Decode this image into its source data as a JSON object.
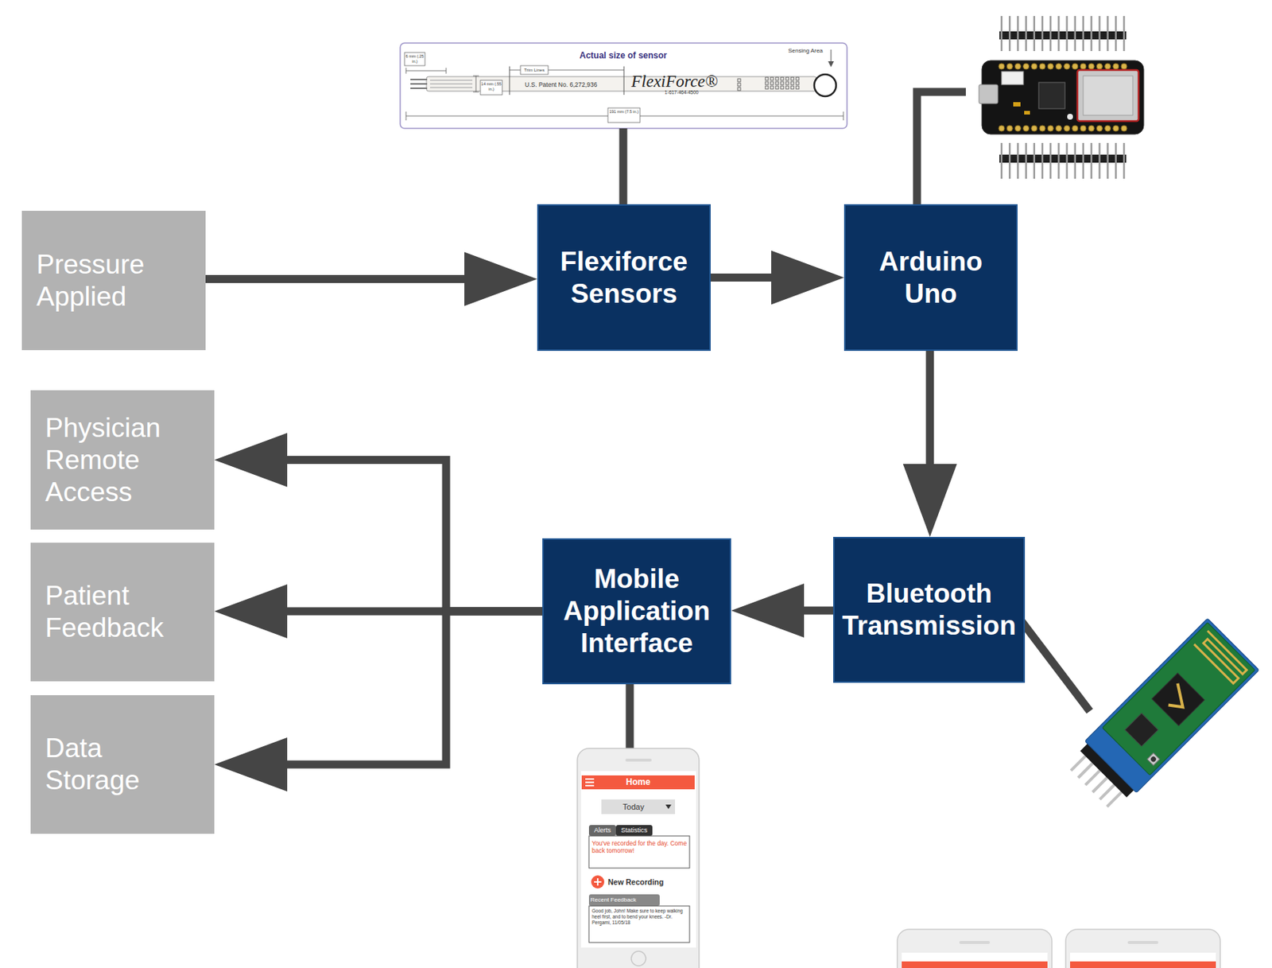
{
  "diagram": {
    "nodes": [
      {
        "text": [
          "Pressure Applied"
        ]
      },
      {
        "text": [
          "Flexiforce Sensors"
        ]
      },
      {
        "text": [
          "Arduino Uno"
        ]
      },
      {
        "text": [
          "Physician Remote Access"
        ]
      },
      {
        "text": [
          "Patient Feedback"
        ]
      },
      {
        "text": [
          "Mobile Application Interface"
        ]
      },
      {
        "text": [
          "Bluetooth Transmission"
        ]
      },
      {
        "text": [
          "Data Storage"
        ]
      }
    ],
    "edges": [
      {
        "from": 0,
        "to": 1,
        "arrow": "to"
      },
      {
        "from": 1,
        "to": 2,
        "arrow": "to"
      },
      {
        "from": 2,
        "to": 6,
        "arrow": "to"
      },
      {
        "from": 6,
        "to": 5,
        "arrow": "to"
      },
      {
        "from": 5,
        "to": 3,
        "arrow": "to"
      },
      {
        "from": 5,
        "to": 4,
        "arrow": "to"
      },
      {
        "from": 5,
        "to": 7,
        "arrow": "to"
      }
    ],
    "labels": [
      "Actual size of sensor",
      "Sensing Area",
      "6 mm (.25 in.)",
      "Trim Lines",
      "14 mm (.55 in.)",
      "U.S. Patent No. 6,272,936",
      "FlexiForce®",
      "1-617-464-4500",
      "191 mm (7.5 in.)",
      "Home",
      "Today",
      "Alerts",
      "Statistics",
      "You've recorded for the day. Come back tomorrow!",
      "New Recording",
      "Recent Feedback",
      "Good job, John! Make sure to keep walking heel first, and to bend your knees. -Dr. Pergami, 11/05/18"
    ]
  }
}
